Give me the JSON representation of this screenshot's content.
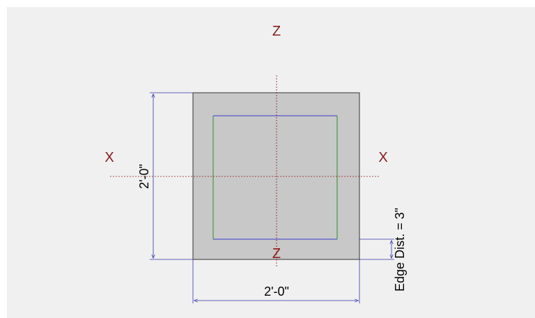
{
  "diagram": {
    "axes": {
      "z_top": "Z",
      "z_bottom": "Z",
      "x_left": "X",
      "x_right": "X"
    },
    "dimensions": {
      "width": "2'-0\"",
      "height": "2'-0\"",
      "edge_distance": "Edge Dist. = 3\""
    },
    "colors": {
      "background": "#ffffff",
      "panel": "#f0f0f0",
      "section_fill": "#c8c8c8",
      "section_outline": "#333333",
      "rebar_top": "#3a3acc",
      "rebar_sides": "#2e8b2e",
      "centerline": "#8b1a1a",
      "dimension_line": "#3333aa",
      "axis_label": "#8b1a1a"
    }
  }
}
